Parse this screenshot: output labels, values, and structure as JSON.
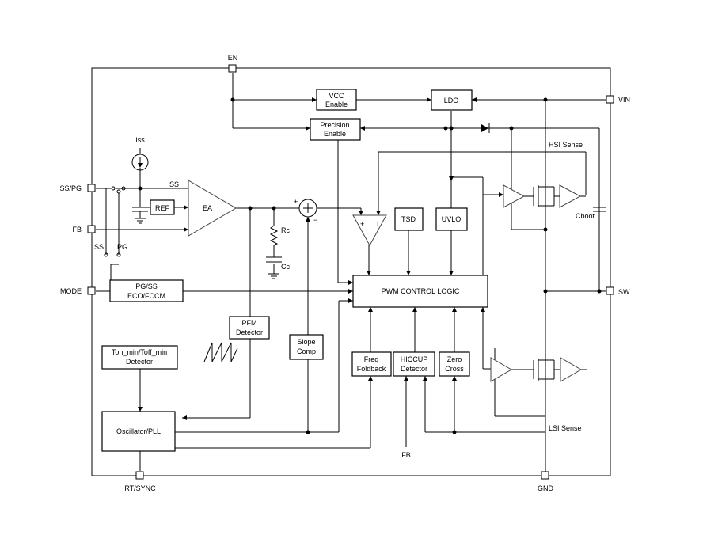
{
  "pins": {
    "en": "EN",
    "vin": "VIN",
    "ss_pg": "SS/PG",
    "fb": "FB",
    "mode": "MODE",
    "sw": "SW",
    "rt_sync": "RT/SYNC",
    "gnd": "GND"
  },
  "blocks": {
    "vcc_enable": [
      "VCC",
      "Enable"
    ],
    "ldo": "LDO",
    "precision_enable": [
      "Precision",
      "Enable"
    ],
    "ref": "REF",
    "ea": "EA",
    "tsd": "TSD",
    "uvlo": "UVLO",
    "pwm_control_logic": "PWM CONTROL LOGIC",
    "pgss_eco_fccm": [
      "PG/SS",
      "ECO/FCCM"
    ],
    "pfm_detector": [
      "PFM",
      "Detector"
    ],
    "slope_comp": [
      "Slope",
      "Comp"
    ],
    "freq_foldback": [
      "Freq",
      "Foldback"
    ],
    "hiccup_detector": [
      "HICCUP",
      "Detector"
    ],
    "zero_cross": [
      "Zero",
      "Cross"
    ],
    "ton_toff_detector": [
      "Ton_min/Toff_min",
      "Detector"
    ],
    "oscillator_pll": "Oscillator/PLL"
  },
  "labels": {
    "iss": "Iss",
    "ss": "SS",
    "ss2": "SS",
    "pg": "PG",
    "rc": "Rc",
    "cc": "Cc",
    "plus": "+",
    "minus": "−",
    "comp_plus": "+",
    "comp_minus": "I",
    "hsi_sense": "HSI Sense",
    "lsi_sense": "LSI Sense",
    "cboot": "Cboot",
    "fb_bottom": "FB"
  }
}
